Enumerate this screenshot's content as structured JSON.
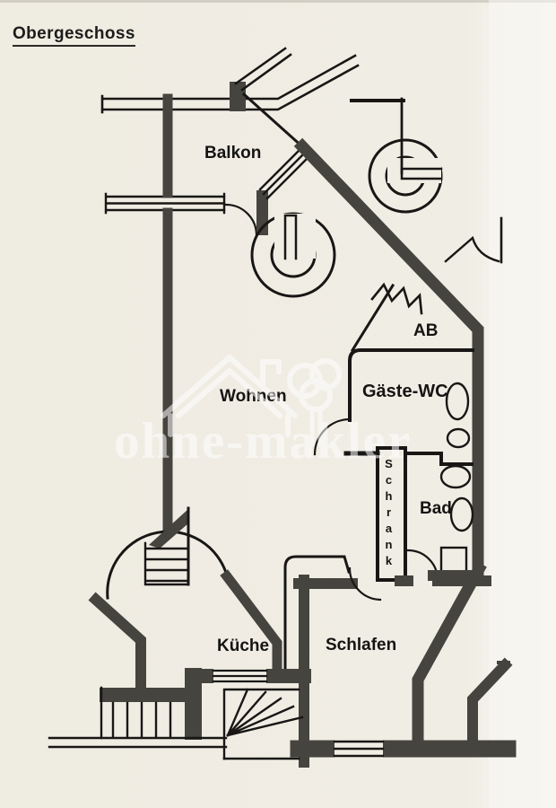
{
  "page": {
    "title": "Obergeschoss"
  },
  "floorplan": {
    "rooms": {
      "balkon": "Balkon",
      "wohnen": "Wohnen",
      "ab": "AB",
      "gaeste_wc": "Gäste-WC",
      "schrank": "Schrank",
      "bad": "Bad",
      "kueche": "Küche",
      "schlafen": "Schlafen"
    }
  },
  "watermark": {
    "text": "ohne-makler"
  },
  "colors": {
    "background": "#f0ede4",
    "background_right_strip": "#f7f5f0",
    "wall": "#46443e",
    "line": "#181715",
    "label": "#151413",
    "title": "#1c1c1a",
    "watermark": "#ffffff"
  }
}
